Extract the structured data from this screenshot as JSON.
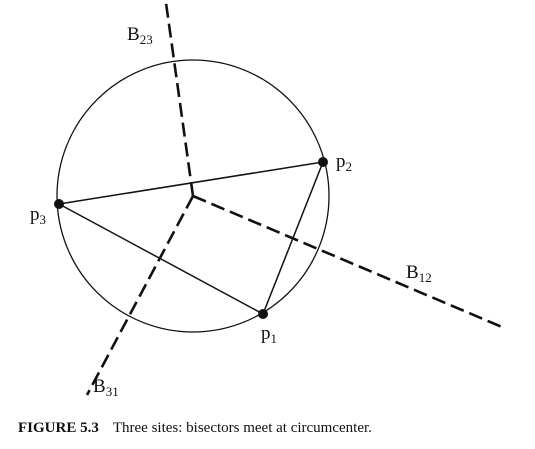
{
  "figure": {
    "sites": [
      {
        "id": "p1",
        "base": "p",
        "sub": "1"
      },
      {
        "id": "p2",
        "base": "p",
        "sub": "2"
      },
      {
        "id": "p3",
        "base": "p",
        "sub": "3"
      }
    ],
    "bisectors": [
      {
        "id": "B12",
        "base": "B",
        "sub": "12"
      },
      {
        "id": "B23",
        "base": "B",
        "sub": "23"
      },
      {
        "id": "B31",
        "base": "B",
        "sub": "31"
      }
    ]
  },
  "caption": {
    "label": "FIGURE 5.3",
    "text": "Three sites: bisectors meet at circumcenter."
  },
  "colors": {
    "ink": "#111111",
    "background": "#ffffff"
  }
}
